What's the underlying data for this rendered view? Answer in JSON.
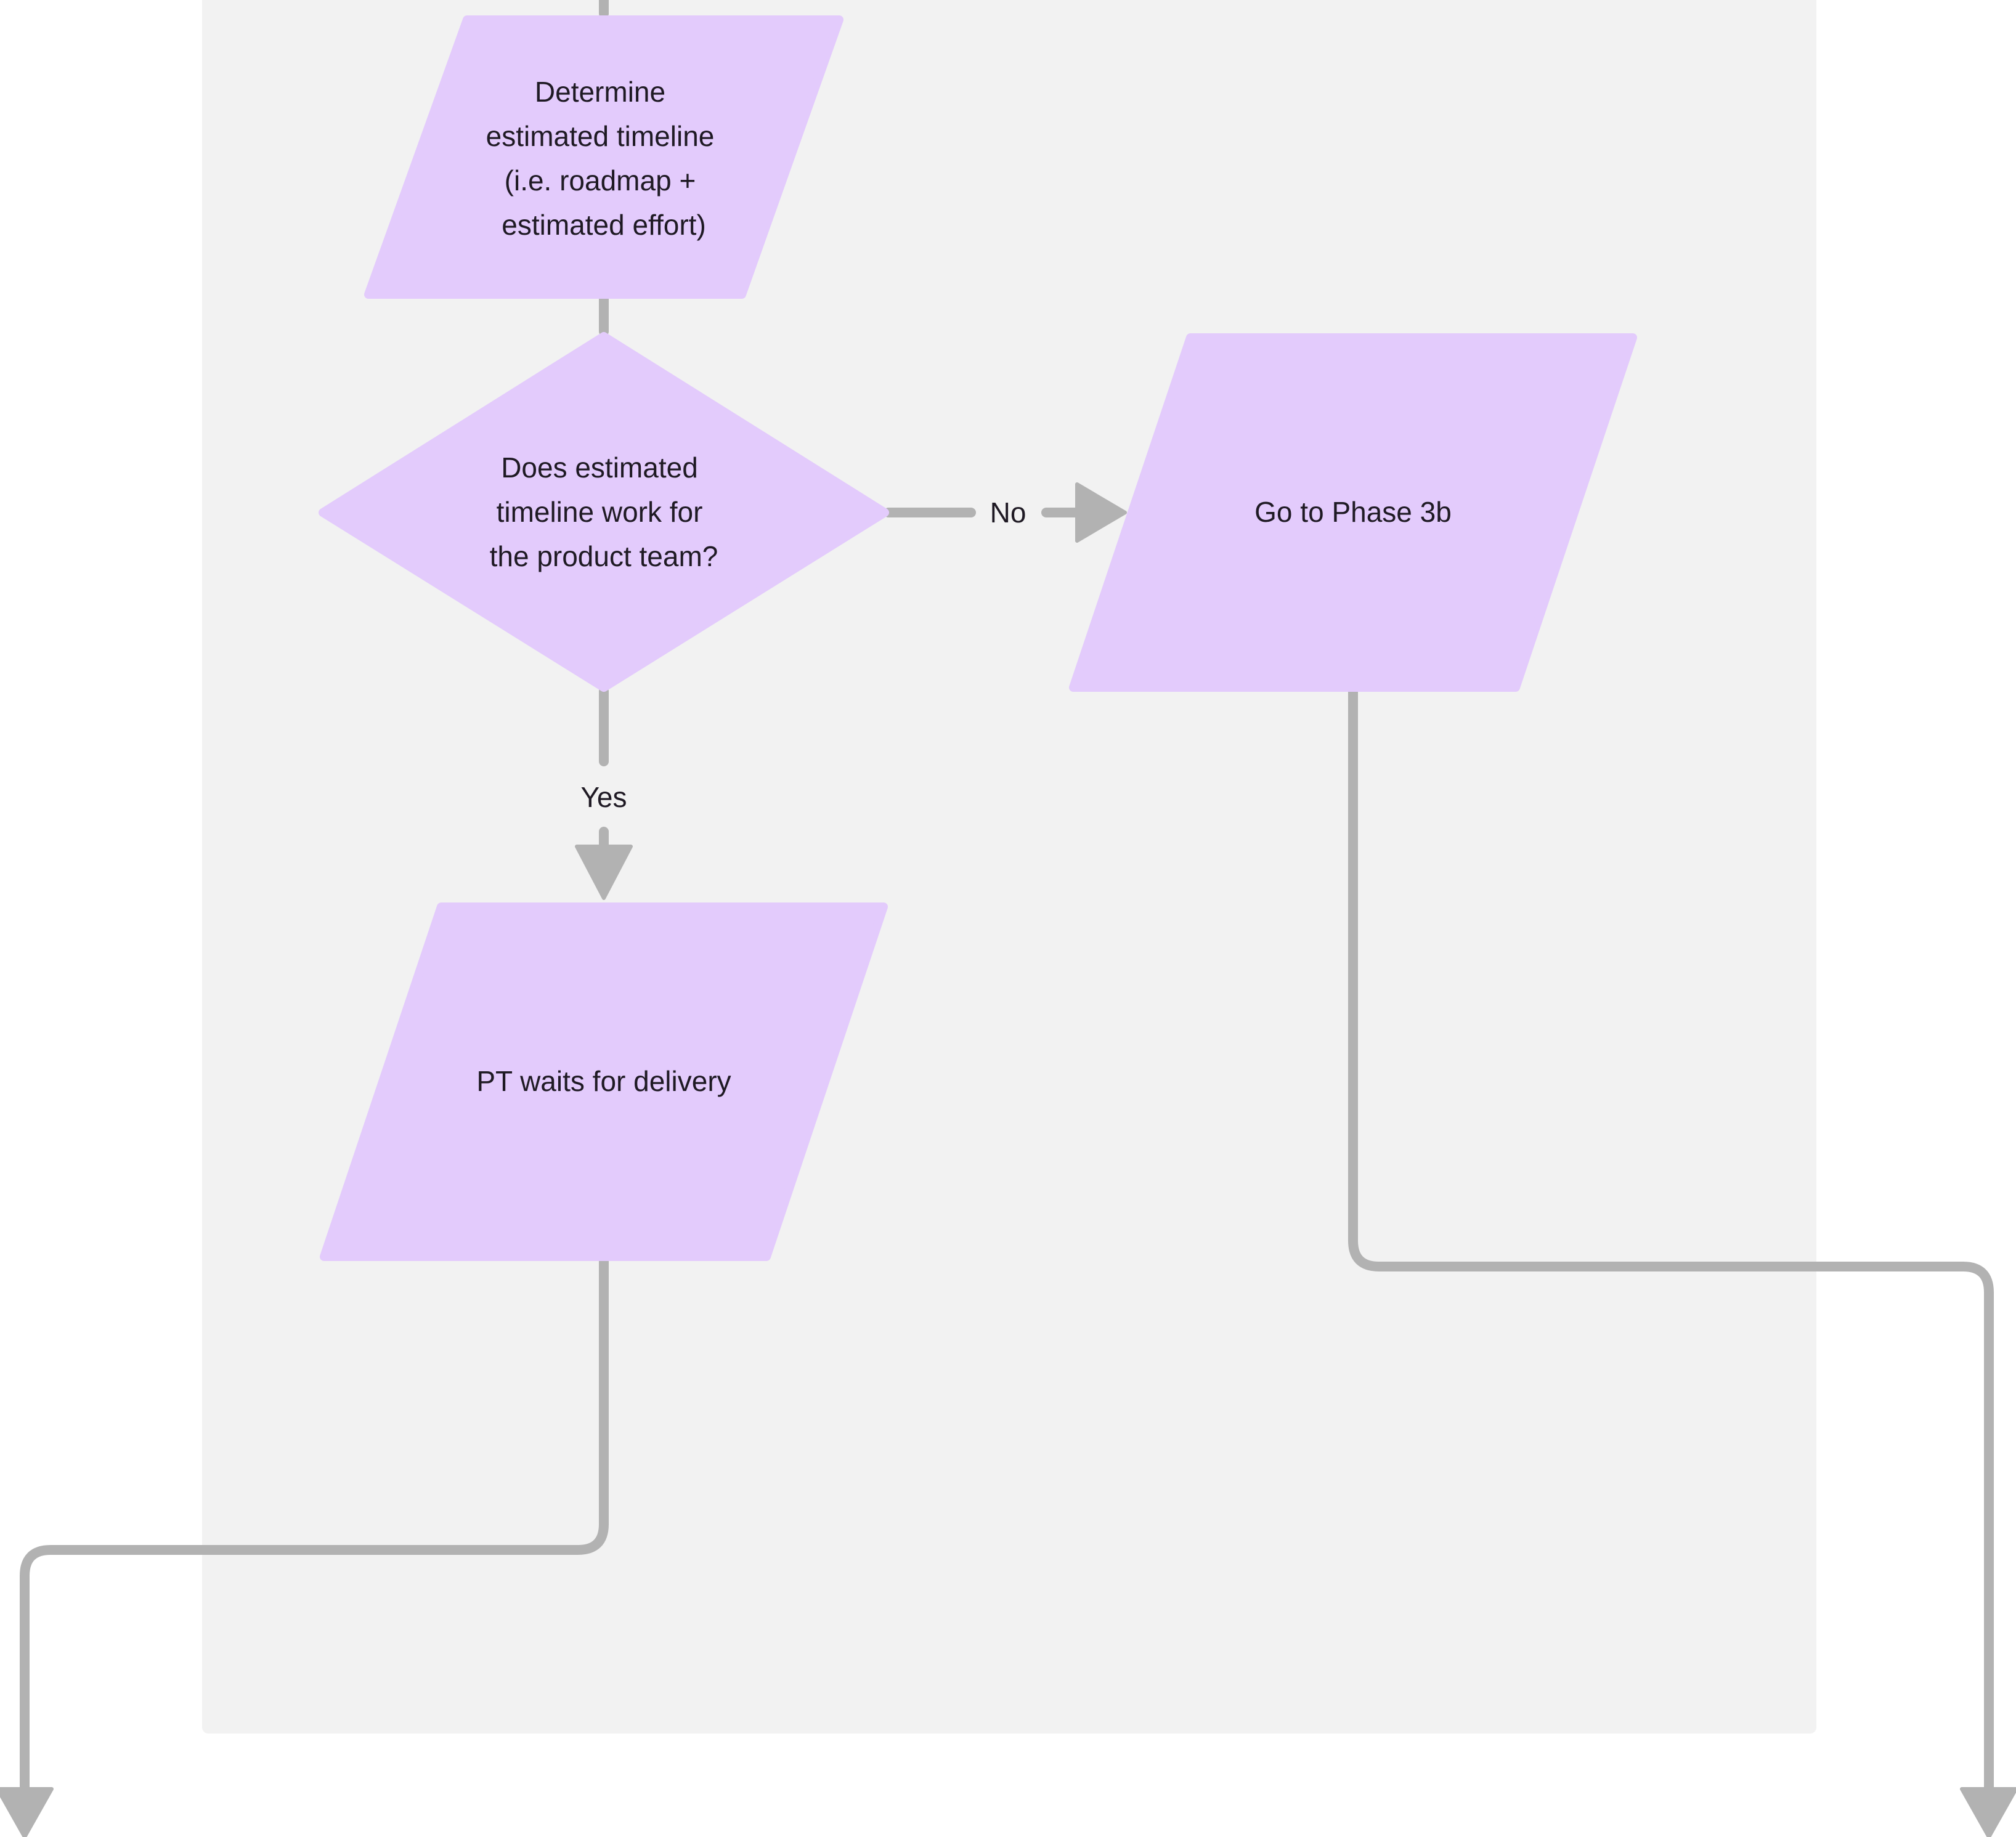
{
  "colors": {
    "background": "#ffffff",
    "swimlane": "#f2f2f2",
    "node_fill": "#e3cbfc",
    "connector": "#b2b2b2",
    "text": "#1f1a24"
  },
  "nodes": {
    "determine": {
      "shape": "parallelogram",
      "lines": [
        "Determine",
        "estimated timeline",
        "(i.e. roadmap +",
        "estimated effort)"
      ]
    },
    "decision": {
      "shape": "diamond",
      "lines": [
        "Does estimated",
        "timeline work for",
        "the product team?"
      ]
    },
    "phase3b": {
      "shape": "parallelogram",
      "lines": [
        "Go to Phase 3b"
      ]
    },
    "waits": {
      "shape": "parallelogram",
      "lines": [
        "PT waits for delivery"
      ]
    }
  },
  "edges": {
    "no_label": "No",
    "yes_label": "Yes"
  }
}
